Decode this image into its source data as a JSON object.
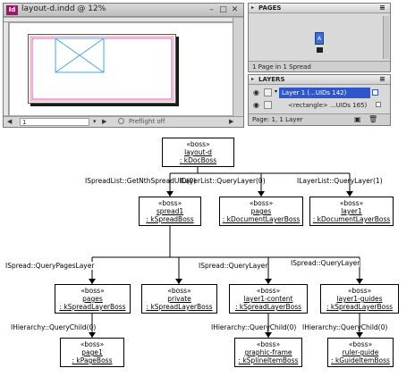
{
  "document_window": {
    "badge": "Id",
    "title": "layout-d.indd @ 12%",
    "page_field": "1",
    "preflight": "Preflight off",
    "min_glyph": "–",
    "max_glyph": "□",
    "close_glyph": "✕"
  },
  "pages_panel": {
    "title": "PAGES",
    "spread_label": "A",
    "footer": "1 Page in 1 Spread"
  },
  "layers_panel": {
    "title": "LAYERS",
    "rows": [
      {
        "label": "Layer 1 (...UIDs 142)"
      },
      {
        "label": "<rectangle> ...UIDs 165)"
      }
    ],
    "footer": "Page: 1, 1 Layer"
  },
  "diagram": {
    "boxes": {
      "layout_d": {
        "stereotype": "«boss»",
        "name": "layout-d",
        "type": ": kDocBoss"
      },
      "spread1": {
        "stereotype": "«boss»",
        "name": "spread1",
        "type": ": kSpreadBoss"
      },
      "pages_doc": {
        "stereotype": "«boss»",
        "name": "pages",
        "type": ": kDocumentLayerBoss"
      },
      "layer1": {
        "stereotype": "«boss»",
        "name": "layer1",
        "type": ": kDocumentLayerBoss"
      },
      "pages_spread": {
        "stereotype": "«boss»",
        "name": "pages",
        "type": ": kSpreadLayerBoss"
      },
      "private": {
        "stereotype": "«boss»",
        "name": "private",
        "type": ": kSpreadLayerBoss"
      },
      "layer1_content": {
        "stereotype": "«boss»",
        "name": "layer1-content",
        "type": ": kSpreadLayerBoss"
      },
      "layer1_guides": {
        "stereotype": "«boss»",
        "name": "layer1-guides",
        "type": ": kSpreadLayerBoss"
      },
      "page1": {
        "stereotype": "«boss»",
        "name": "page1",
        "type": ": kPageBoss"
      },
      "graphic_frame": {
        "stereotype": "«boss»",
        "name": "graphic-frame",
        "type": ": kSplineItemBoss"
      },
      "ruler_guide": {
        "stereotype": "«boss»",
        "name": "ruler-guide",
        "type": ": kGuideItemBoss"
      }
    },
    "edge_labels": {
      "get_nth_spread": "ISpreadList::GetNthSpreadUID(0)",
      "query_layer_0": "ILayerList::QueryLayer(0)",
      "query_layer_1": "ILayerList::QueryLayer(1)",
      "query_pages_layer": "ISpread::QueryPagesLayer",
      "spread_query_layer_a": "ISpread::QueryLayer",
      "spread_query_layer_b": "ISpread::QueryLayer",
      "hier_child_a": "IHierarchy::QueryChild(0)",
      "hier_child_b": "IHierarchy::QueryChild(0)",
      "hier_child_c": "IHierarchy::QueryChild(0)"
    }
  }
}
